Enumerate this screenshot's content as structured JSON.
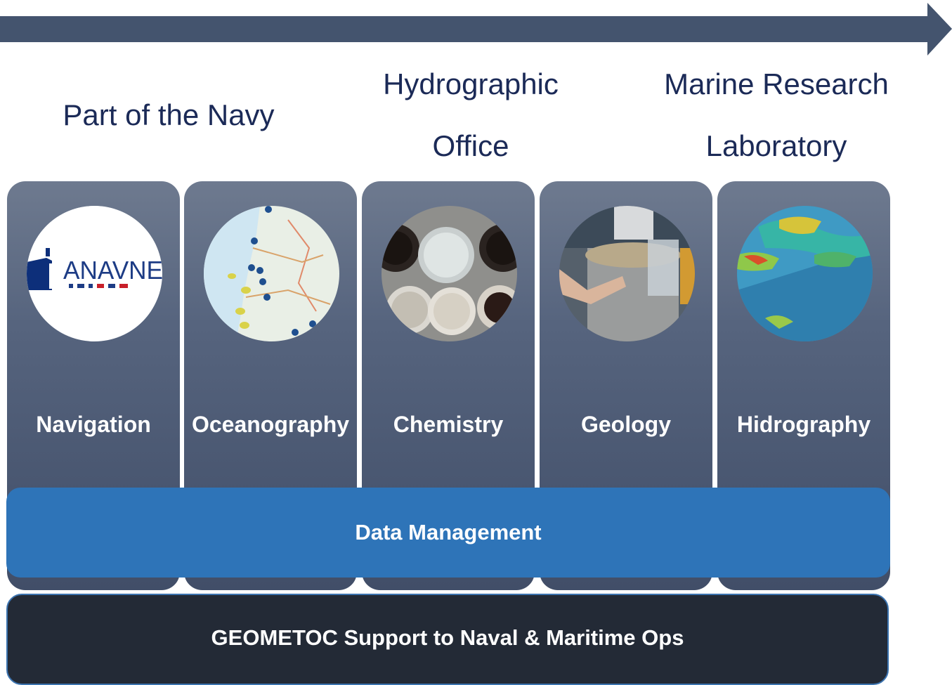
{
  "phases": [
    {
      "lines": [
        "Part of the Navy"
      ]
    },
    {
      "lines": [
        "Hydrographic",
        "Office"
      ]
    },
    {
      "lines": [
        "Marine Research",
        "Laboratory"
      ]
    }
  ],
  "disciplines": [
    {
      "label": "Navigation",
      "image": "anavne-logo"
    },
    {
      "label": "Oceanography",
      "image": "coastal-map-with-buoys"
    },
    {
      "label": "Chemistry",
      "image": "water-sample-jars"
    },
    {
      "label": "Geology",
      "image": "sediment-sampling"
    },
    {
      "label": "Hidrography",
      "image": "seafloor-bathymetry"
    }
  ],
  "logo_text": "ANAVNE",
  "layers": {
    "data_management": "Data Management",
    "support": "GEOMETOC Support to Naval & Maritime Ops"
  },
  "colors": {
    "arrow": "#44546e",
    "phase_text": "#1b2a57",
    "column_top": "#6e7a8f",
    "column_bottom": "#414e68",
    "data_management_bar": "#2e74b8",
    "support_bar": "#232a36"
  }
}
